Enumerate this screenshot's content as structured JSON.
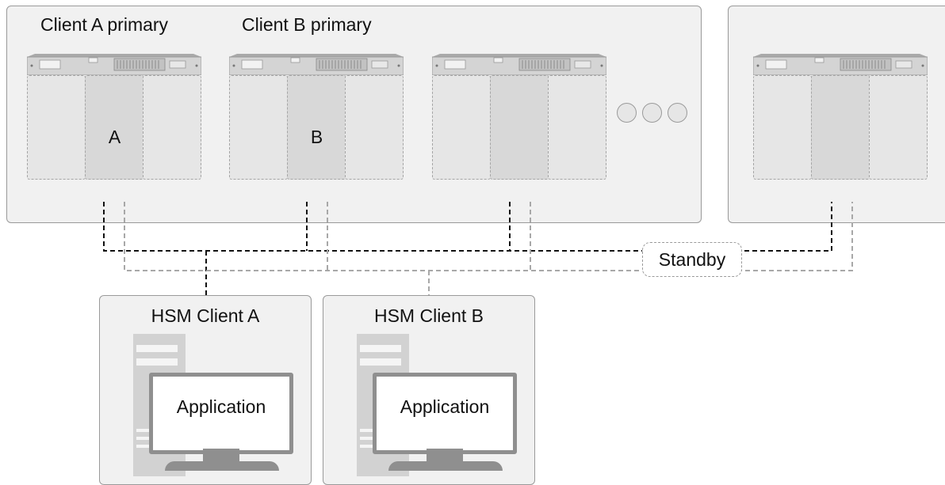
{
  "cluster": {
    "client_a_label": "Client A primary",
    "client_b_label": "Client B primary",
    "slot_a_label": "A",
    "slot_b_label": "B"
  },
  "standby_label": "Standby",
  "hsm_clients": [
    {
      "title": "HSM Client A",
      "app_label": "Application"
    },
    {
      "title": "HSM Client B",
      "app_label": "Application"
    }
  ],
  "colors": {
    "panel": "#f1f1f1",
    "primary_line": "#111111",
    "standby_line": "#a8a8a8",
    "slot": "#e6e6e6",
    "slot_mid": "#d8d8d8"
  }
}
